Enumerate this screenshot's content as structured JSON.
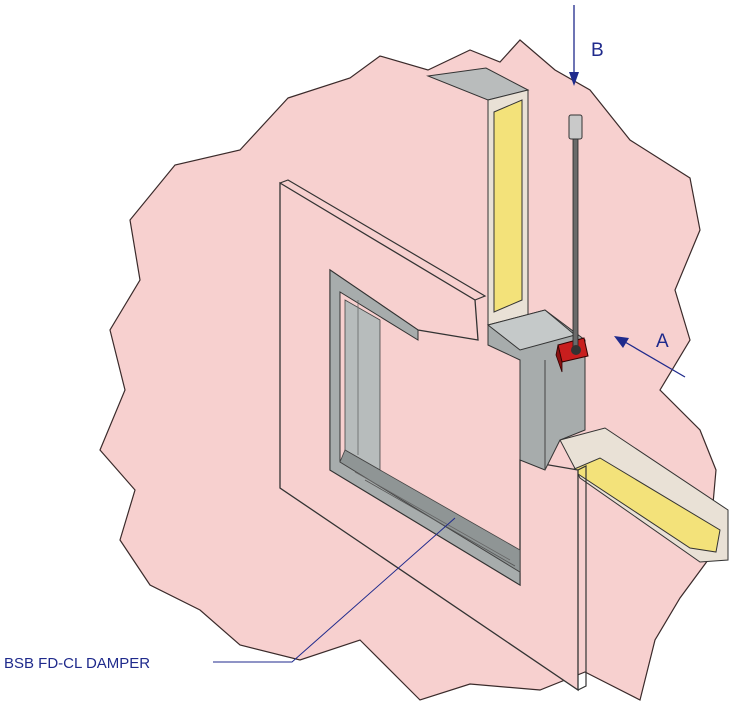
{
  "labels": {
    "direction_a": "A",
    "direction_b": "B",
    "damper": "BSB FD-CL DAMPER"
  },
  "colors": {
    "wall_fill": "#f7d0cf",
    "insulation": "#f3e27a",
    "steel": "#a7acac",
    "steel_dark": "#7f8686",
    "annotation": "#1f2a8c",
    "bracket": "#c81e1e"
  }
}
